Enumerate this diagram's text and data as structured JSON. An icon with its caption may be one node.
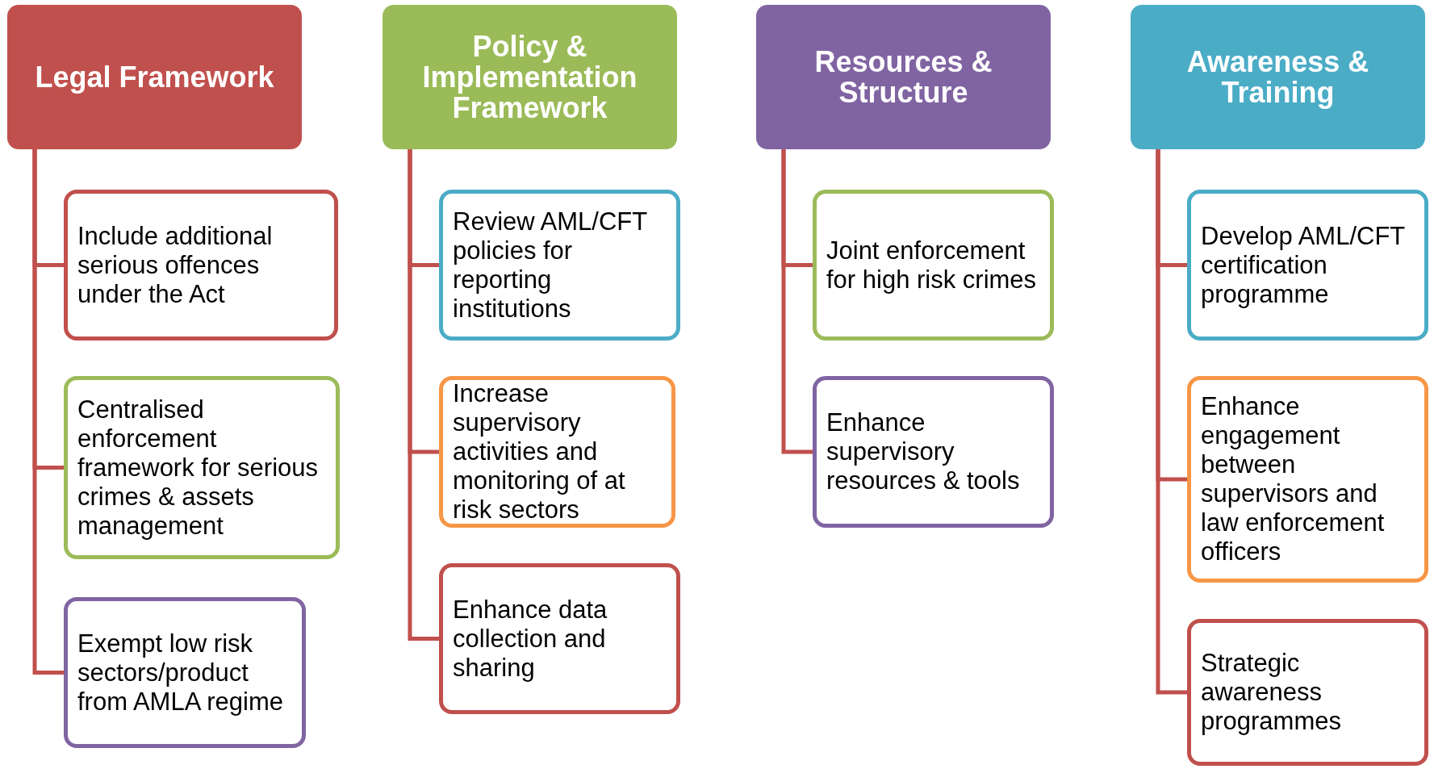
{
  "diagram": {
    "nodes": [
      {
        "text": [
          "Legal Framework"
        ]
      },
      {
        "text": [
          "Include additional serious offences under the Act"
        ]
      },
      {
        "text": [
          "Centralised enforcement framework for serious crimes & assets management"
        ]
      },
      {
        "text": [
          "Exempt low risk sectors/product from AMLA regime"
        ]
      },
      {
        "text": [
          "Policy & Implementation Framework"
        ]
      },
      {
        "text": [
          "Review AML/CFT policies for reporting institutions"
        ]
      },
      {
        "text": [
          "Increase supervisory activities and monitoring of at risk sectors"
        ]
      },
      {
        "text": [
          "Enhance data collection and sharing"
        ]
      },
      {
        "text": [
          "Resources & Structure"
        ]
      },
      {
        "text": [
          "Joint enforcement for high risk crimes"
        ]
      },
      {
        "text": [
          "Enhance supervisory resources & tools"
        ]
      },
      {
        "text": [
          "Awareness & Training"
        ]
      },
      {
        "text": [
          "Develop AML/CFT certification programme"
        ]
      },
      {
        "text": [
          "Enhance engagement between supervisors and law enforcement officers"
        ]
      },
      {
        "text": [
          "Strategic awareness programmes"
        ]
      }
    ],
    "edges": [
      {
        "from": 0,
        "to": 1,
        "arrow": "none"
      },
      {
        "from": 0,
        "to": 2,
        "arrow": "none"
      },
      {
        "from": 0,
        "to": 3,
        "arrow": "none"
      },
      {
        "from": 4,
        "to": 5,
        "arrow": "none"
      },
      {
        "from": 4,
        "to": 6,
        "arrow": "none"
      },
      {
        "from": 4,
        "to": 7,
        "arrow": "none"
      },
      {
        "from": 8,
        "to": 9,
        "arrow": "none"
      },
      {
        "from": 8,
        "to": 10,
        "arrow": "none"
      },
      {
        "from": 11,
        "to": 12,
        "arrow": "none"
      },
      {
        "from": 11,
        "to": 13,
        "arrow": "none"
      },
      {
        "from": 11,
        "to": 14,
        "arrow": "none"
      }
    ]
  }
}
